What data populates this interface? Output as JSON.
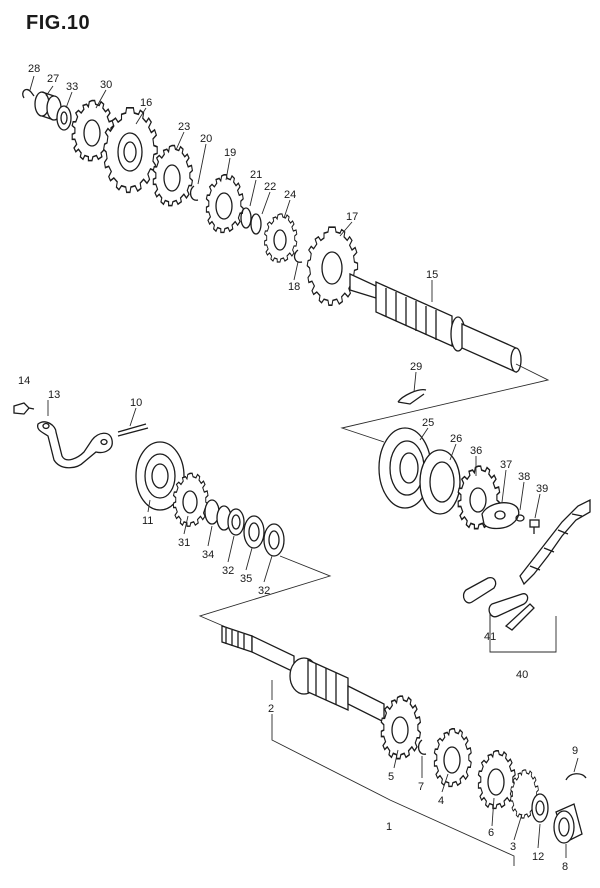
{
  "figure": {
    "title": "FIG.10"
  },
  "callouts": [
    {
      "id": "c28",
      "text": "28"
    },
    {
      "id": "c27",
      "text": "27"
    },
    {
      "id": "c33a",
      "text": "33"
    },
    {
      "id": "c30",
      "text": "30"
    },
    {
      "id": "c16",
      "text": "16"
    },
    {
      "id": "c23",
      "text": "23"
    },
    {
      "id": "c20",
      "text": "20"
    },
    {
      "id": "c19",
      "text": "19"
    },
    {
      "id": "c21",
      "text": "21"
    },
    {
      "id": "c22",
      "text": "22"
    },
    {
      "id": "c24",
      "text": "24"
    },
    {
      "id": "c17",
      "text": "17"
    },
    {
      "id": "c18",
      "text": "18"
    },
    {
      "id": "c15",
      "text": "15"
    },
    {
      "id": "c29",
      "text": "29"
    },
    {
      "id": "c25",
      "text": "25"
    },
    {
      "id": "c26",
      "text": "26"
    },
    {
      "id": "c36",
      "text": "36"
    },
    {
      "id": "c37",
      "text": "37"
    },
    {
      "id": "c38",
      "text": "38"
    },
    {
      "id": "c39",
      "text": "39"
    },
    {
      "id": "c14",
      "text": "14"
    },
    {
      "id": "c13",
      "text": "13"
    },
    {
      "id": "c10",
      "text": "10"
    },
    {
      "id": "c11",
      "text": "11"
    },
    {
      "id": "c31",
      "text": "31"
    },
    {
      "id": "c34",
      "text": "34"
    },
    {
      "id": "c32a",
      "text": "32"
    },
    {
      "id": "c35",
      "text": "35"
    },
    {
      "id": "c32b",
      "text": "32"
    },
    {
      "id": "c41",
      "text": "41"
    },
    {
      "id": "c40",
      "text": "40"
    },
    {
      "id": "c2",
      "text": "2"
    },
    {
      "id": "c5",
      "text": "5"
    },
    {
      "id": "c7",
      "text": "7"
    },
    {
      "id": "c4",
      "text": "4"
    },
    {
      "id": "c1",
      "text": "1"
    },
    {
      "id": "c6",
      "text": "6"
    },
    {
      "id": "c3",
      "text": "3"
    },
    {
      "id": "c12",
      "text": "12"
    },
    {
      "id": "c8",
      "text": "8"
    },
    {
      "id": "c9",
      "text": "9"
    }
  ],
  "colors": {
    "ink": "#1c1c1c",
    "paper": "#ffffff"
  }
}
